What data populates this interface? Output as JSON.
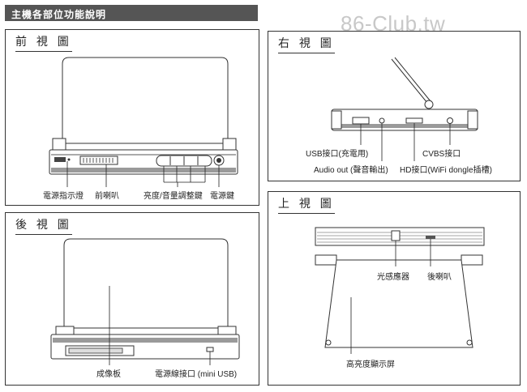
{
  "header": {
    "title": "主機各部位功能說明"
  },
  "watermark": "86-Club.tw",
  "front_view": {
    "title": "前 視 圖",
    "labels": {
      "power_led": "電源指示燈",
      "front_speaker": "前喇叭",
      "bright_vol_keys": "亮度/音量調整鍵",
      "power_key": "電源鍵"
    }
  },
  "right_view": {
    "title": "右 視 圖",
    "labels": {
      "usb": "USB接口(充電用)",
      "audio_out": "Audio out (聲音輸出)",
      "hd_port": "HD接口(WiFi dongle插槽)",
      "cvbs": "CVBS接口"
    }
  },
  "back_view": {
    "title": "後 視 圖",
    "labels": {
      "imaging_board": "成像板",
      "power_port": "電源線接口 (mini USB)"
    }
  },
  "top_view": {
    "title": "上 視 圖",
    "labels": {
      "light_sensor": "光感應器",
      "rear_speaker": "後喇叭",
      "hb_screen": "高亮度顯示屏"
    }
  }
}
